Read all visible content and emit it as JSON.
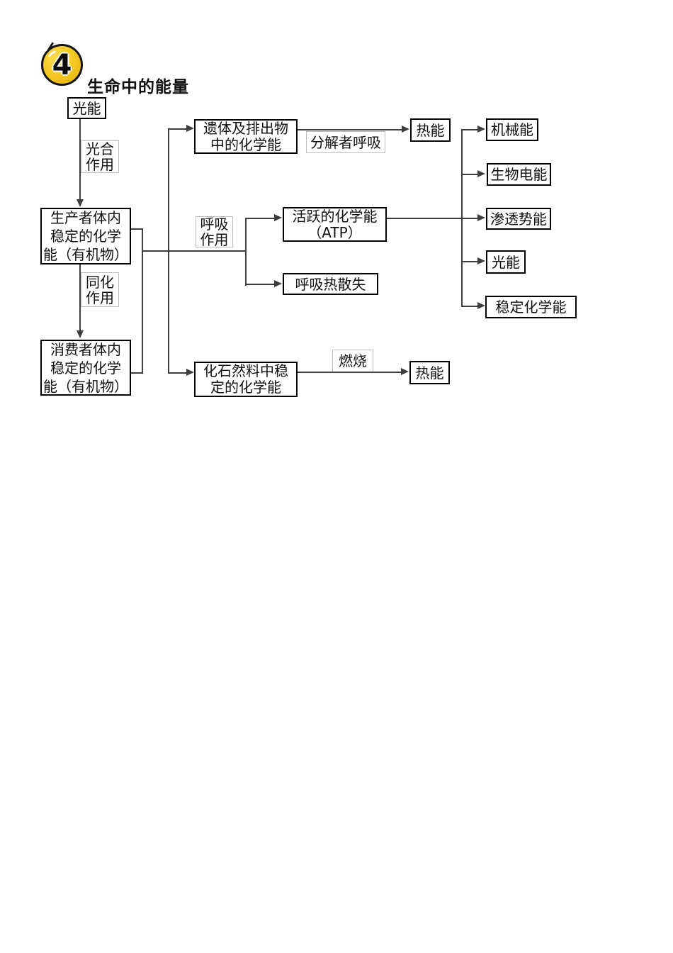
{
  "page": {
    "badge_number": "4",
    "title": "生命中的能量"
  },
  "nodes": {
    "light_energy_top": "光能",
    "producer": "生产者体内\n稳定的化学\n能（有机物）",
    "consumer": "消费者体内\n稳定的化学\n能（有机物）",
    "remains": "遗体及排出物\n中的化学能",
    "heat_top": "热能",
    "atp": "活跃的化学能\n（ATP）",
    "resp_heat_loss": "呼吸热散失",
    "fossil": "化石然料中稳\n定的化学能",
    "heat_bottom": "热能",
    "mechanical": "机械能",
    "bioelectric": "生物电能",
    "osmotic": "渗透势能",
    "light_energy_right": "光能",
    "stable_chemical": "稳定化学能"
  },
  "labels": {
    "photosynthesis": "光合\n作用",
    "assimilation": "同化\n作用",
    "respiration": "呼吸\n作用",
    "decomposer_respiration": "分解者呼吸",
    "combustion": "燃烧"
  },
  "colors": {
    "badge_fill": "#F3C51E",
    "line_color": "#3d3d3d",
    "box_border_color": "#000000",
    "label_border_color": "#bdbdbd"
  }
}
